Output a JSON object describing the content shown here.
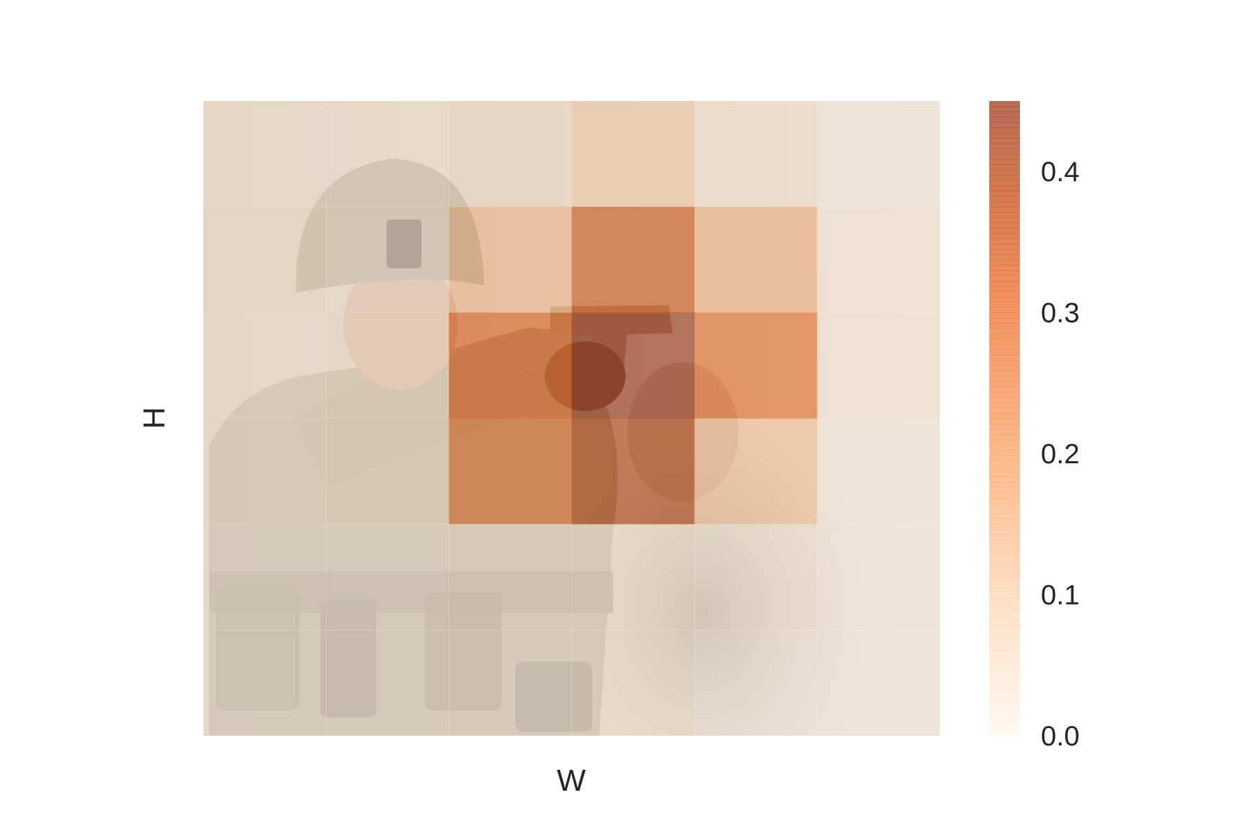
{
  "chart_data": {
    "type": "heatmap",
    "title": "",
    "xlabel": "W",
    "ylabel": "H",
    "colormap": "Oranges",
    "overlay_opacity": 0.6,
    "background": "photo of a soldier in camouflage uniform aiming a pistol",
    "rows": 6,
    "cols": 6,
    "values": [
      [
        0.03,
        0.03,
        0.05,
        0.1,
        0.04,
        0.01
      ],
      [
        0.04,
        0.03,
        0.14,
        0.35,
        0.16,
        0.02
      ],
      [
        0.03,
        0.04,
        0.32,
        0.45,
        0.3,
        0.02
      ],
      [
        0.03,
        0.04,
        0.28,
        0.4,
        0.12,
        0.01
      ],
      [
        0.02,
        0.02,
        0.03,
        0.03,
        0.02,
        0.01
      ],
      [
        0.02,
        0.02,
        0.02,
        0.03,
        0.01,
        0.01
      ]
    ],
    "colorbar": {
      "min": 0.0,
      "max": 0.45,
      "ticks": [
        0.0,
        0.1,
        0.2,
        0.3,
        0.4
      ],
      "tick_labels": [
        "0.0",
        "0.1",
        "0.2",
        "0.3",
        "0.4"
      ]
    }
  }
}
